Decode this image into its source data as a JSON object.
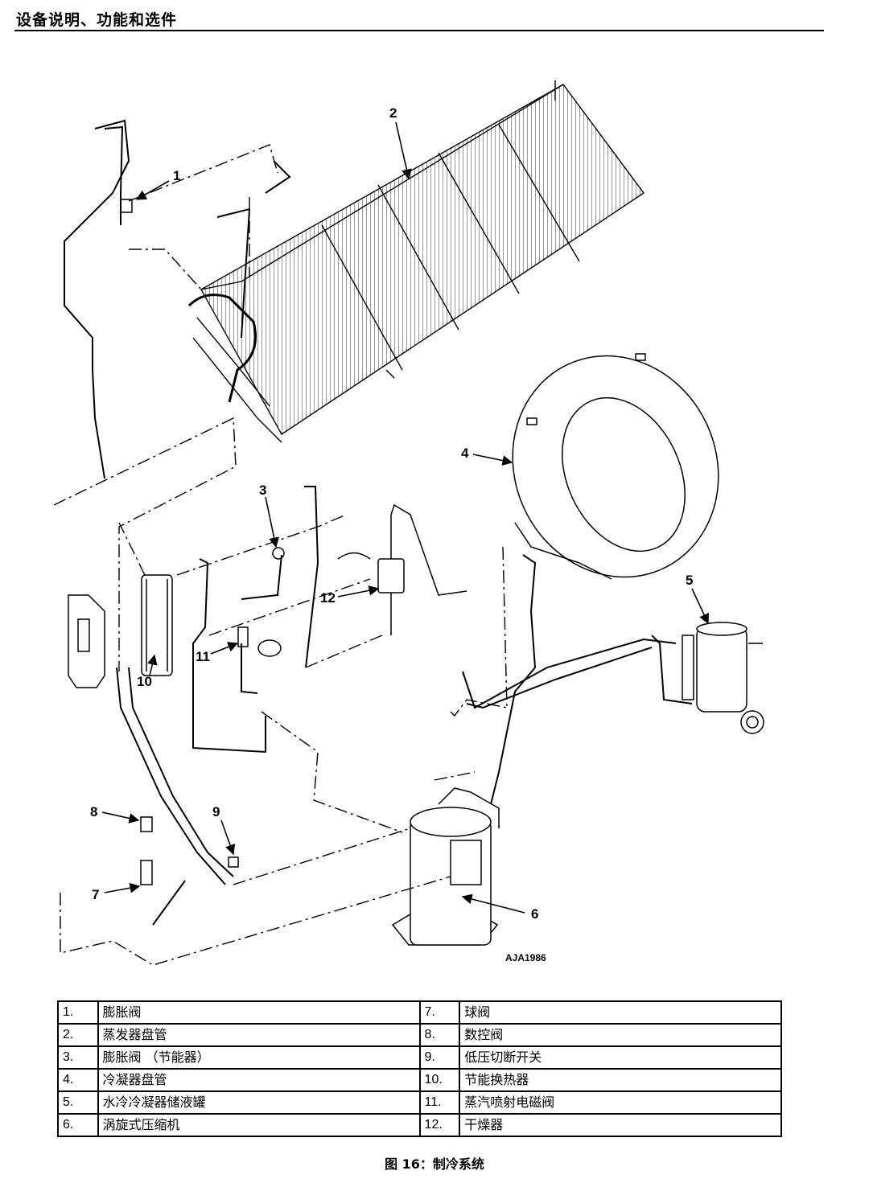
{
  "header": {
    "title": "设备说明、功能和选件"
  },
  "diagram": {
    "callouts": [
      "1",
      "2",
      "3",
      "4",
      "5",
      "6",
      "7",
      "8",
      "9",
      "10",
      "11",
      "12"
    ],
    "drawing_id": "AJA1986"
  },
  "legend": [
    {
      "num": "1.",
      "label": "膨胀阀"
    },
    {
      "num": "2.",
      "label": "蒸发器盘管"
    },
    {
      "num": "3.",
      "label": "膨胀阀 （节能器）"
    },
    {
      "num": "4.",
      "label": "冷凝器盘管"
    },
    {
      "num": "5.",
      "label": "水冷冷凝器储液罐"
    },
    {
      "num": "6.",
      "label": "涡旋式压缩机"
    },
    {
      "num": "7.",
      "label": "球阀"
    },
    {
      "num": "8.",
      "label": "数控阀"
    },
    {
      "num": "9.",
      "label": "低压切断开关"
    },
    {
      "num": "10.",
      "label": "节能换热器"
    },
    {
      "num": "11.",
      "label": "蒸汽喷射电磁阀"
    },
    {
      "num": "12.",
      "label": "干燥器"
    }
  ],
  "caption": "图 16：制冷系统"
}
